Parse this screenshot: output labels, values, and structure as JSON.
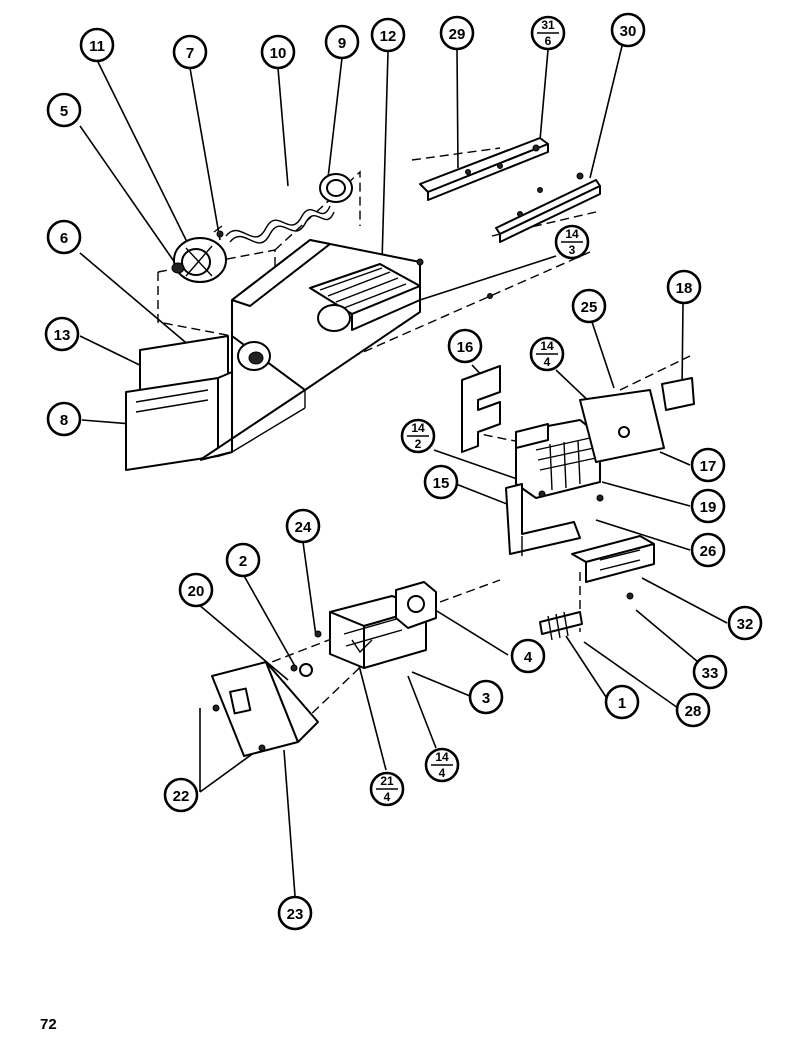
{
  "diagram": {
    "page_number": "72",
    "callouts": [
      {
        "id": "c-11",
        "label": "11"
      },
      {
        "id": "c-7",
        "label": "7"
      },
      {
        "id": "c-10",
        "label": "10"
      },
      {
        "id": "c-9",
        "label": "9"
      },
      {
        "id": "c-12",
        "label": "12"
      },
      {
        "id": "c-29",
        "label": "29"
      },
      {
        "id": "c-31-6",
        "top": "31",
        "bottom": "6"
      },
      {
        "id": "c-30",
        "label": "30"
      },
      {
        "id": "c-5",
        "label": "5"
      },
      {
        "id": "c-6",
        "label": "6"
      },
      {
        "id": "c-14-3",
        "top": "14",
        "bottom": "3"
      },
      {
        "id": "c-18",
        "label": "18"
      },
      {
        "id": "c-25",
        "label": "25"
      },
      {
        "id": "c-13",
        "label": "13"
      },
      {
        "id": "c-16",
        "label": "16"
      },
      {
        "id": "c-14-4a",
        "top": "14",
        "bottom": "4"
      },
      {
        "id": "c-8",
        "label": "8"
      },
      {
        "id": "c-14-2",
        "top": "14",
        "bottom": "2"
      },
      {
        "id": "c-17",
        "label": "17"
      },
      {
        "id": "c-15",
        "label": "15"
      },
      {
        "id": "c-19",
        "label": "19"
      },
      {
        "id": "c-24",
        "label": "24"
      },
      {
        "id": "c-26",
        "label": "26"
      },
      {
        "id": "c-2",
        "label": "2"
      },
      {
        "id": "c-20",
        "label": "20"
      },
      {
        "id": "c-32",
        "label": "32"
      },
      {
        "id": "c-4",
        "label": "4"
      },
      {
        "id": "c-33",
        "label": "33"
      },
      {
        "id": "c-3",
        "label": "3"
      },
      {
        "id": "c-1",
        "label": "1"
      },
      {
        "id": "c-28",
        "label": "28"
      },
      {
        "id": "c-14-4b",
        "top": "14",
        "bottom": "4"
      },
      {
        "id": "c-22",
        "label": "22"
      },
      {
        "id": "c-21-4",
        "top": "21",
        "bottom": "4"
      },
      {
        "id": "c-23",
        "label": "23"
      }
    ]
  }
}
